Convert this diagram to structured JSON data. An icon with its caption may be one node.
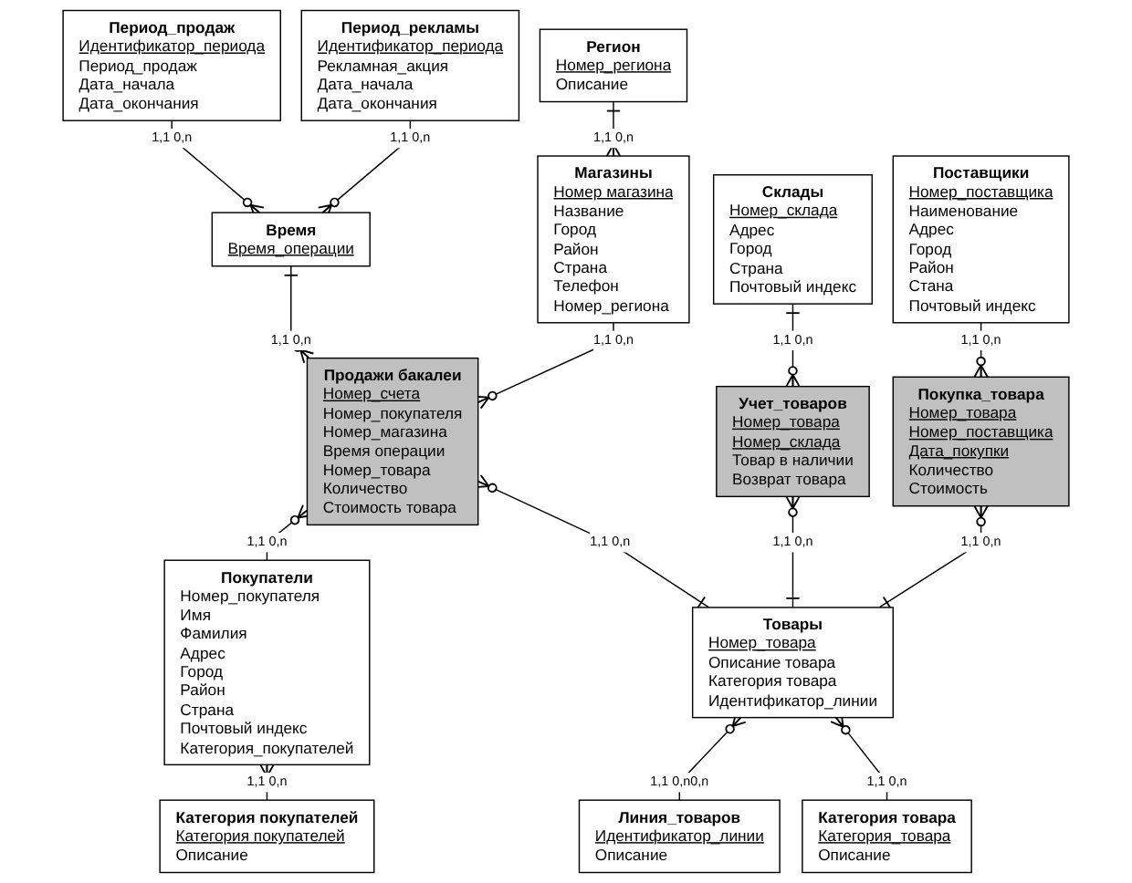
{
  "diagram": {
    "nodes": [
      {
        "text": [
          "Период_продаж",
          "Идентификатор_периода",
          "Период_продаж",
          "Дата_начала",
          "Дата_окончания"
        ]
      },
      {
        "text": [
          "Период_рекламы",
          "Идентификатор_периода",
          "Рекламная_акция",
          "Дата_начала",
          "Дата_окончания"
        ]
      },
      {
        "text": [
          "Поставщики",
          "Номер_поставщика",
          "Наименование",
          "Адрес",
          "Город",
          "Район",
          "Стана",
          "Почтовый индекс"
        ]
      },
      {
        "text": [
          "Регион",
          "Номер_региона",
          "Описание"
        ]
      },
      {
        "text": [
          "Время",
          "Время_операции"
        ]
      },
      {
        "text": [
          "Магазины",
          "Номер магазина",
          "Название",
          "Город",
          "Район",
          "Страна",
          "Телефон",
          "Номер_региона"
        ]
      },
      {
        "text": [
          "Склады",
          "Номер_склада",
          "Адрес",
          "Город",
          "Страна",
          "Почтовый индекс"
        ]
      },
      {
        "text": [
          "Продажи бакалеи",
          "Номер_счета",
          "Номер_покупателя",
          "Номер_магазина",
          "Время операции",
          "Номер_товара",
          "Количество",
          "Стоимость товара"
        ]
      },
      {
        "text": [
          "Покупатели",
          "Номер_покупателя",
          "Имя",
          "Фамилия",
          "Адрес",
          "Город",
          "Район",
          "Страна",
          "Почтовый индекс",
          "Категория_покупателей"
        ]
      },
      {
        "text": [
          "Товары",
          "Номер_товара",
          "Описание товара",
          "Категория товара",
          "Идентификатор_линии"
        ]
      },
      {
        "text": [
          "Учет_товаров",
          "Номер_товара",
          "Номер_склада",
          "Товар в наличии",
          "Возврат товара"
        ]
      },
      {
        "text": [
          "Покупка_товара",
          "Номер_товара",
          "Номер_поставщика",
          "Дата_покупки",
          "Количество",
          "Стоимость"
        ]
      },
      {
        "text": [
          "Линия_товаров",
          "Идентификатор_линии",
          "Описание"
        ]
      },
      {
        "text": [
          "Категория товара",
          "Категория_товара",
          "Описание"
        ]
      },
      {
        "text": [
          "Категория покупателей",
          "Категория покупателей",
          "Описание"
        ]
      }
    ],
    "edges": [
      {
        "from": 0,
        "to": 4,
        "arrow": "other",
        "label": "1,1 0,n"
      },
      {
        "from": 1,
        "to": 4,
        "arrow": "other",
        "label": "1,1 0,n"
      },
      {
        "from": 3,
        "to": 5,
        "arrow": "other",
        "label": "1,1 0,n"
      },
      {
        "from": 4,
        "to": 7,
        "arrow": "other",
        "label": "1,1 0,n"
      },
      {
        "from": 5,
        "to": 7,
        "arrow": "other",
        "label": "1,1 0,n"
      },
      {
        "from": 8,
        "to": 7,
        "arrow": "other",
        "label": "1,1 0,n"
      },
      {
        "from": 9,
        "to": 7,
        "arrow": "other",
        "label": "1,1 0,n"
      },
      {
        "from": 6,
        "to": 10,
        "arrow": "other",
        "label": "1,1 0,n"
      },
      {
        "from": 9,
        "to": 10,
        "arrow": "other",
        "label": "1,1 0,n"
      },
      {
        "from": 9,
        "to": 11,
        "arrow": "other",
        "label": "1,1 0,n"
      },
      {
        "from": 2,
        "to": 11,
        "arrow": "other",
        "label": "1,1 0,n"
      },
      {
        "from": 12,
        "to": 9,
        "arrow": "other",
        "label": "1,1 0,n0,n"
      },
      {
        "from": 13,
        "to": 9,
        "arrow": "other",
        "label": "1,1 0,n"
      },
      {
        "from": 14,
        "to": 8,
        "arrow": "other",
        "label": "1,1 0,n"
      }
    ]
  }
}
